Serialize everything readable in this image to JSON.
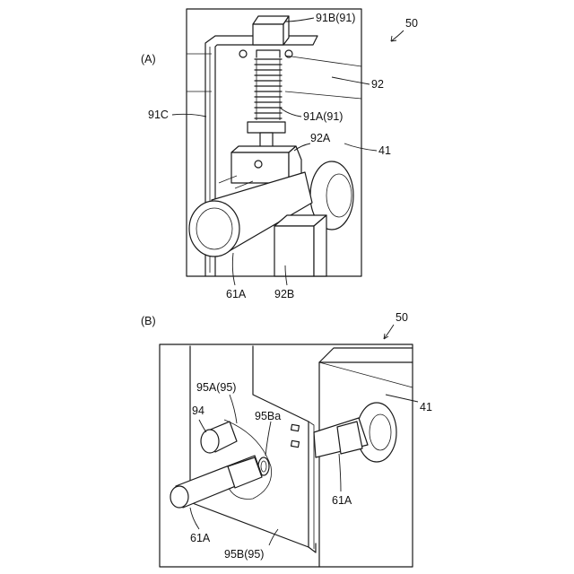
{
  "panel_a": {
    "label": "(A)",
    "ref": "50",
    "callouts": {
      "c91b": "91B(91)",
      "c92": "92",
      "c91c": "91C",
      "c91a": "91A(91)",
      "c92a": "92A",
      "c41": "41",
      "c61a": "61A",
      "c92b": "92B"
    }
  },
  "panel_b": {
    "label": "(B)",
    "ref": "50",
    "callouts": {
      "c95a": "95A(95)",
      "c94": "94",
      "c95ba": "95Ba",
      "c41": "41",
      "c61a_right": "61A",
      "c61a_left": "61A",
      "c95b": "95B(95)"
    }
  }
}
